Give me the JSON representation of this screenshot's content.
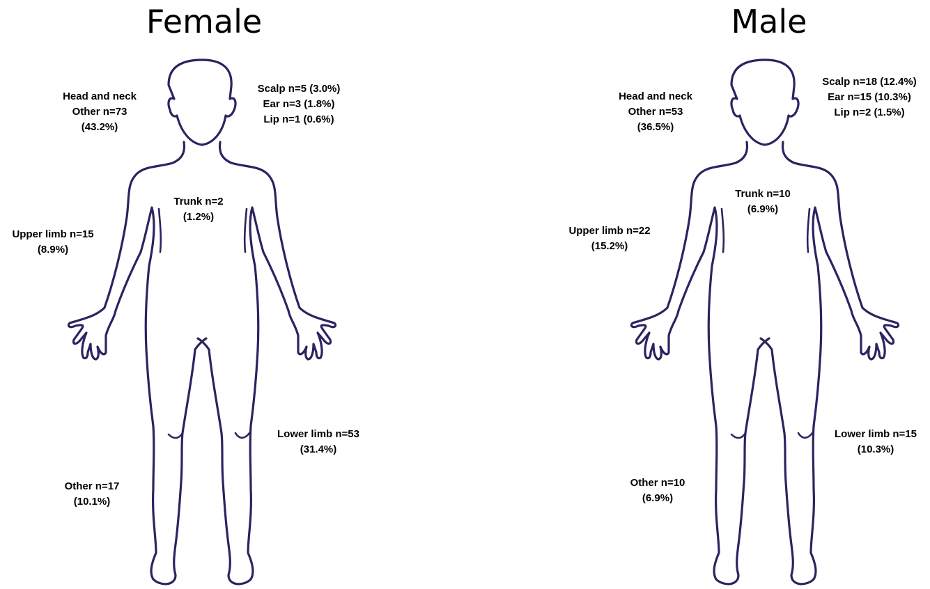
{
  "panels": {
    "female": {
      "title": "Female",
      "head_neck": {
        "line1": "Head and neck",
        "line2": "Other n=73",
        "line3": "(43.2%)"
      },
      "scalp_ear_lip": {
        "line1": "Scalp n=5 (3.0%)",
        "line2": "Ear n=3 (1.8%)",
        "line3": "Lip n=1 (0.6%)"
      },
      "trunk": {
        "line1": "Trunk n=2",
        "line2": "(1.2%)"
      },
      "upper_limb": {
        "line1": "Upper limb n=15",
        "line2": "(8.9%)"
      },
      "lower_limb": {
        "line1": "Lower limb n=53",
        "line2": "(31.4%)"
      },
      "other": {
        "line1": "Other n=17",
        "line2": "(10.1%)"
      }
    },
    "male": {
      "title": "Male",
      "head_neck": {
        "line1": "Head and neck",
        "line2": "Other n=53",
        "line3": "(36.5%)"
      },
      "scalp_ear_lip": {
        "line1": "Scalp n=18 (12.4%)",
        "line2": "Ear n=15 (10.3%)",
        "line3": "Lip n=2 (1.5%)"
      },
      "trunk": {
        "line1": "Trunk n=10",
        "line2": "(6.9%)"
      },
      "upper_limb": {
        "line1": "Upper limb n=22",
        "line2": "(15.2%)"
      },
      "lower_limb": {
        "line1": "Lower limb n=15",
        "line2": "(10.3%)"
      },
      "other": {
        "line1": "Other n=10",
        "line2": "(6.9%)"
      }
    }
  },
  "colors": {
    "outline": "#2b2460",
    "text": "#000000",
    "background": "#ffffff"
  }
}
